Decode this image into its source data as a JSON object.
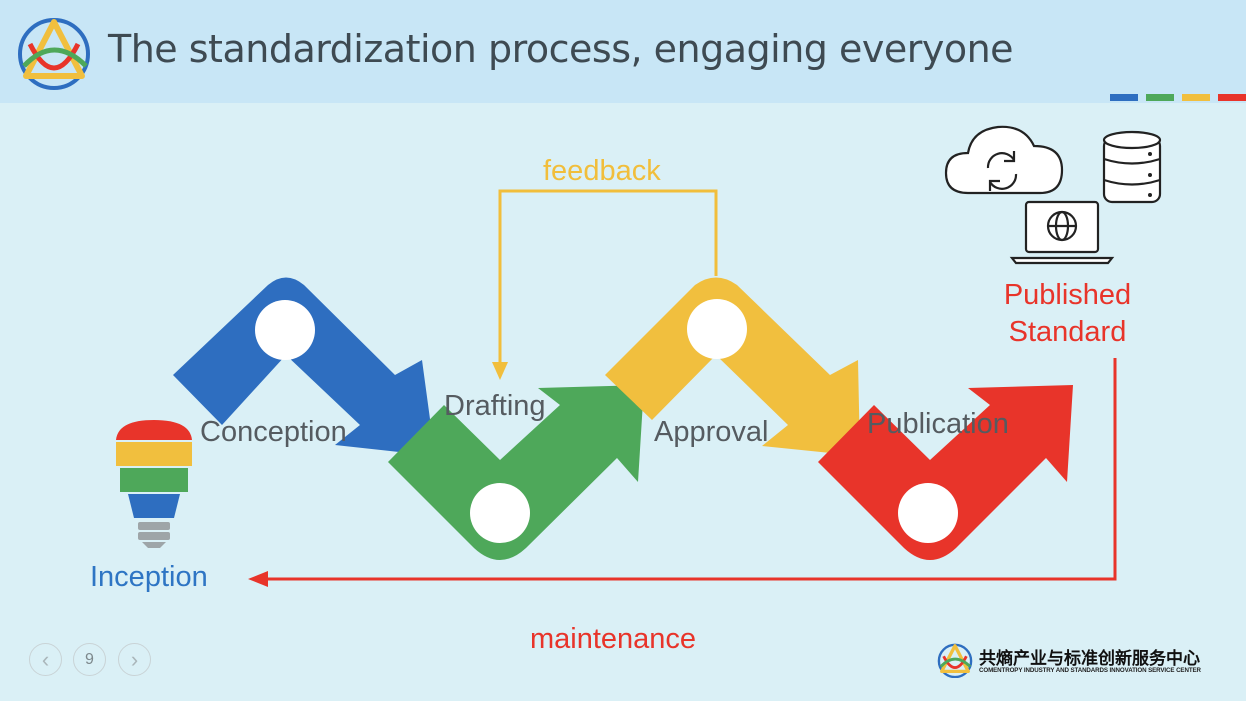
{
  "header": {
    "title": "The standardization process, engaging everyone"
  },
  "accent_colors": {
    "blue": "#2e6ec0",
    "green": "#4ea85a",
    "yellow": "#f1bf3e",
    "red": "#e8342a"
  },
  "steps": [
    {
      "label": "Conception",
      "color": "#2e6ec0"
    },
    {
      "label": "Drafting",
      "color": "#4ea85a"
    },
    {
      "label": "Approval",
      "color": "#f1bf3e"
    },
    {
      "label": "Publication",
      "color": "#e8342a"
    }
  ],
  "feedback_label": "feedback",
  "published": {
    "line1": "Published",
    "line2": "Standard"
  },
  "inception_label": "Inception",
  "maintenance_label": "maintenance",
  "icons": [
    "lightbulb-icon",
    "cloud-sync-icon",
    "database-icon",
    "laptop-globe-icon"
  ],
  "pager": {
    "page": "9",
    "prev": "‹",
    "next": "›"
  },
  "footer": {
    "org_cn": "共熵产业与标准创新服务中心",
    "org_en": "COMENTROPY INDUSTRY AND STANDARDS INNOVATION SERVICE CENTER"
  }
}
